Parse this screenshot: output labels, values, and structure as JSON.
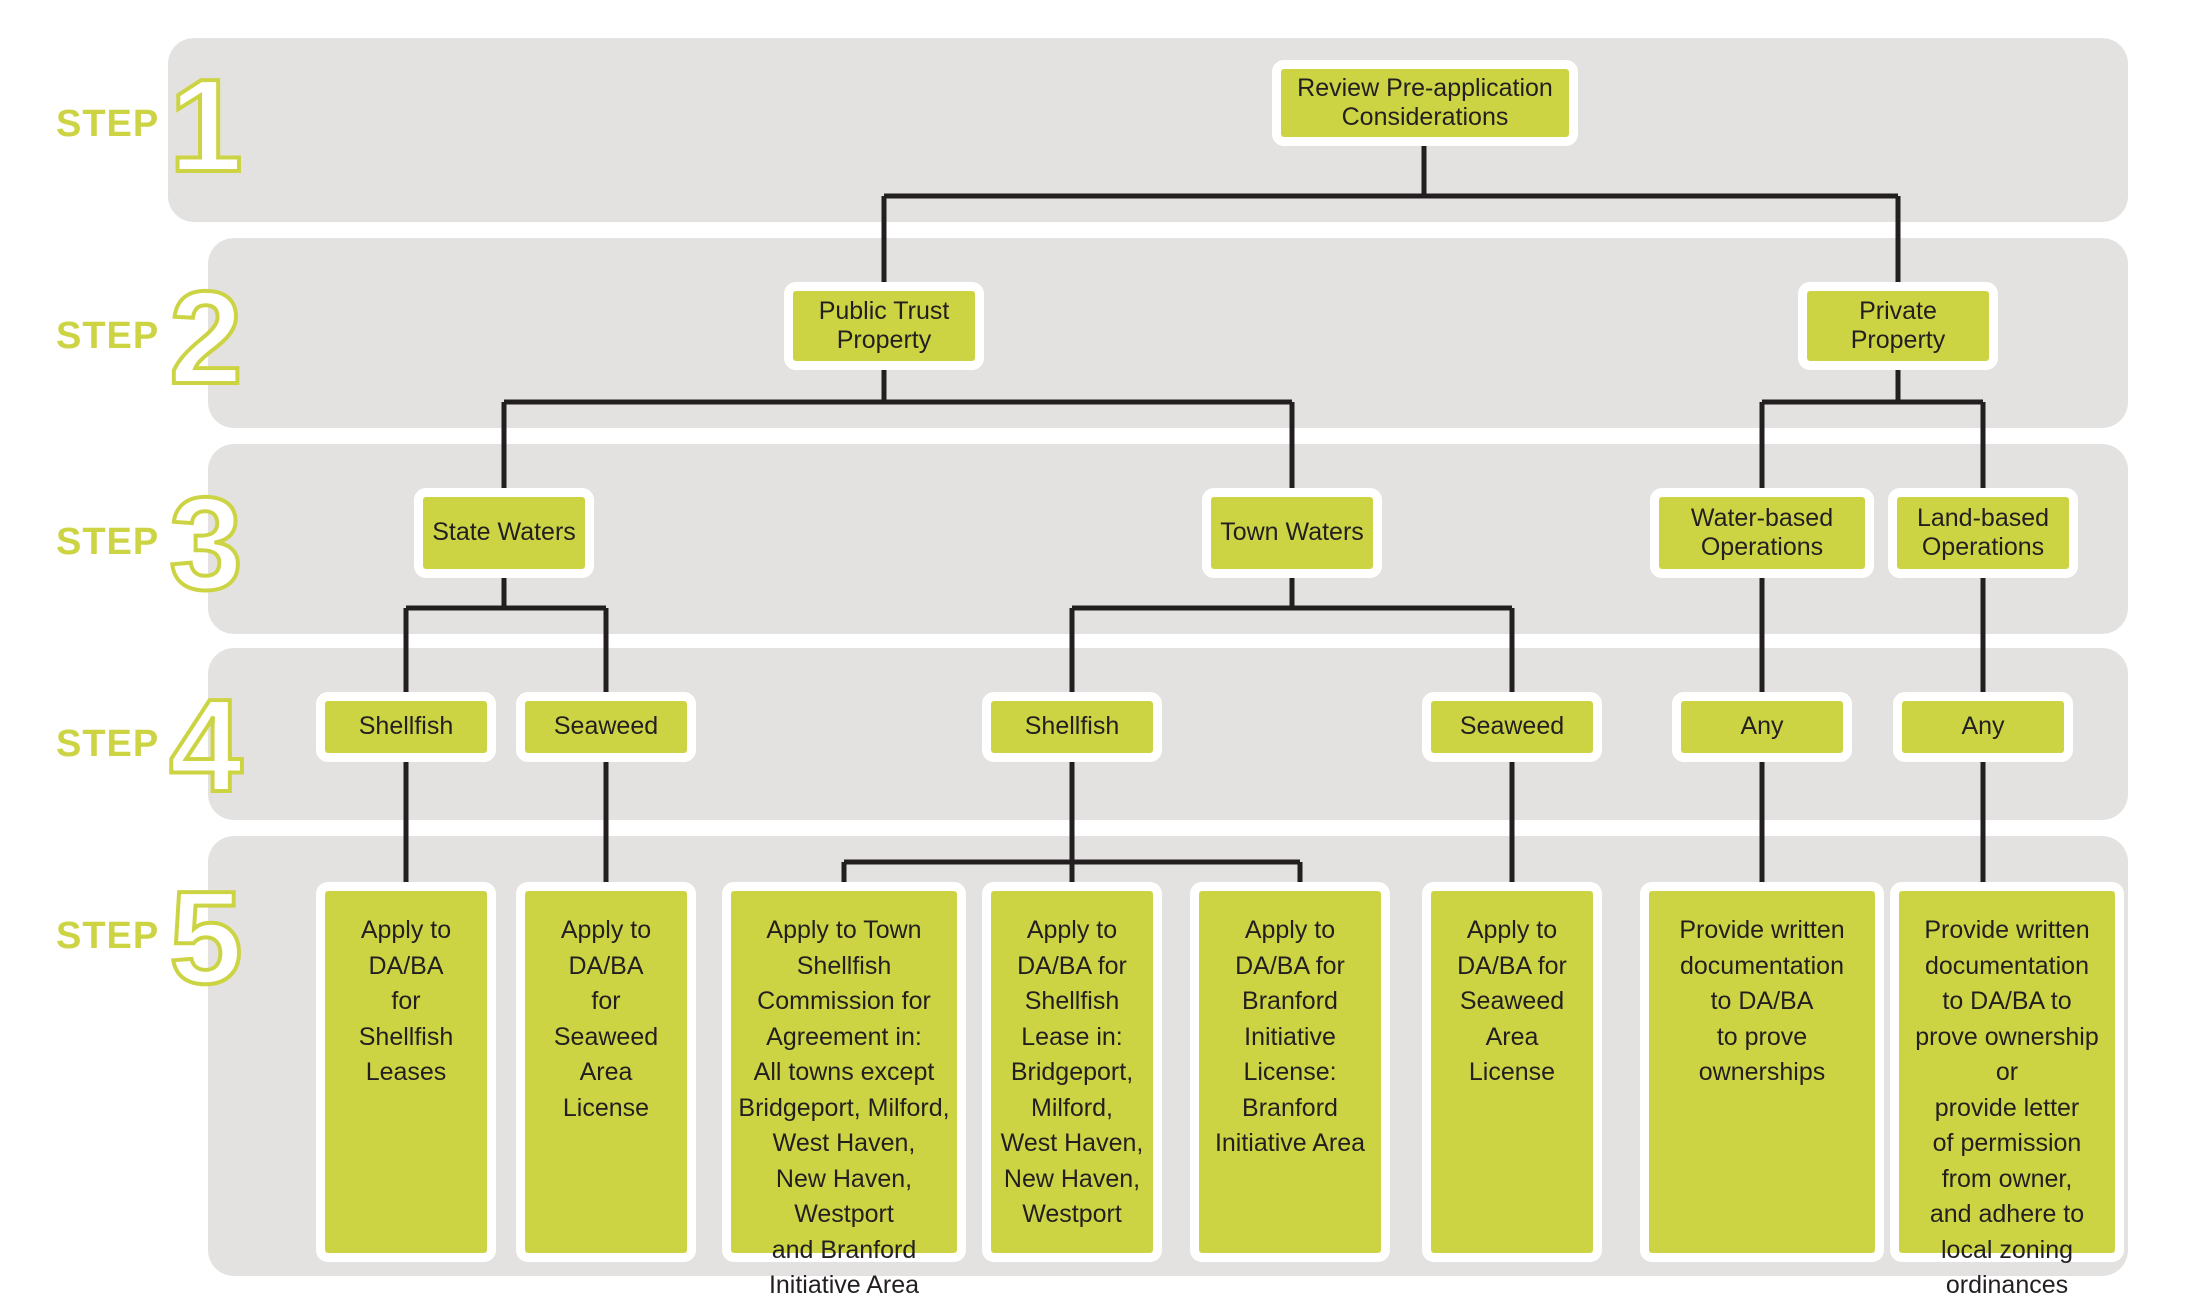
{
  "palette": {
    "node_fill": "#cdd444",
    "band_bg": "#e3e2e0",
    "page_bg": "#ffffff",
    "text": "#231f20",
    "connector": "#231f20",
    "step_accent": "#cdd444"
  },
  "steps": [
    {
      "word": "STEP",
      "number": "1"
    },
    {
      "word": "STEP",
      "number": "2"
    },
    {
      "word": "STEP",
      "number": "3"
    },
    {
      "word": "STEP",
      "number": "4"
    },
    {
      "word": "STEP",
      "number": "5"
    }
  ],
  "nodes": {
    "root": "Review Pre-application\nConsiderations",
    "public_trust": "Public Trust\nProperty",
    "private": "Private\nProperty",
    "state_waters": "State Waters",
    "town_waters": "Town Waters",
    "water_based": "Water-based\nOperations",
    "land_based": "Land-based\nOperations",
    "state_shellfish": "Shellfish",
    "state_seaweed": "Seaweed",
    "town_shellfish": "Shellfish",
    "town_seaweed": "Seaweed",
    "water_any": "Any",
    "land_any": "Any",
    "leaf_state_shellfish": "Apply to\nDA/BA\nfor\nShellfish\nLeases",
    "leaf_state_seaweed": "Apply to\nDA/BA\nfor\nSeaweed\nArea\nLicense",
    "leaf_town_commission": "Apply to Town\nShellfish\nCommission for\nAgreement in:\nAll towns except\nBridgeport, Milford,\nWest Haven,\nNew Haven,\nWestport\nand Branford\nInitiative Area",
    "leaf_town_lease": "Apply to\nDA/BA for\nShellfish\nLease in:\nBridgeport,\nMilford,\nWest Haven,\nNew Haven,\nWestport",
    "leaf_branford": "Apply to\nDA/BA for\nBranford\nInitiative\nLicense:\nBranford\nInitiative Area",
    "leaf_town_seaweed": "Apply to\nDA/BA for\nSeaweed\nArea\nLicense",
    "leaf_water_doc": "Provide written\ndocumentation\nto DA/BA\nto prove\nownerships",
    "leaf_land_doc": "Provide written\ndocumentation\nto DA/BA to\nprove ownership or\nprovide  letter\nof permission\nfrom owner,\nand adhere to\nlocal zoning\nordinances"
  },
  "chart_data": {
    "type": "diagram",
    "title": "Aquaculture Permitting Flowchart",
    "levels": [
      {
        "step": 1,
        "nodes": [
          "Review Pre-application Considerations"
        ]
      },
      {
        "step": 2,
        "nodes": [
          "Public Trust Property",
          "Private Property"
        ]
      },
      {
        "step": 3,
        "nodes": [
          "State Waters",
          "Town Waters",
          "Water-based Operations",
          "Land-based Operations"
        ]
      },
      {
        "step": 4,
        "nodes": [
          "Shellfish",
          "Seaweed",
          "Shellfish",
          "Seaweed",
          "Any",
          "Any"
        ]
      },
      {
        "step": 5,
        "nodes": [
          "Apply to DA/BA for Shellfish Leases",
          "Apply to DA/BA for Seaweed Area License",
          "Apply to Town Shellfish Commission for Agreement in: All towns except Bridgeport, Milford, West Haven, New Haven, Westport and Branford Initiative Area",
          "Apply to DA/BA for Shellfish Lease in: Bridgeport, Milford, West Haven, New Haven, Westport",
          "Apply to DA/BA for Branford Initiative License: Branford Initiative Area",
          "Apply to DA/BA for Seaweed Area License",
          "Provide written documentation to DA/BA to prove ownerships",
          "Provide written documentation to DA/BA to prove ownership or provide letter of permission from owner, and adhere to local zoning ordinances"
        ]
      }
    ],
    "edges": [
      [
        "Review Pre-application Considerations",
        "Public Trust Property"
      ],
      [
        "Review Pre-application Considerations",
        "Private Property"
      ],
      [
        "Public Trust Property",
        "State Waters"
      ],
      [
        "Public Trust Property",
        "Town Waters"
      ],
      [
        "Private Property",
        "Water-based Operations"
      ],
      [
        "Private Property",
        "Land-based Operations"
      ],
      [
        "State Waters",
        "Shellfish (State)"
      ],
      [
        "State Waters",
        "Seaweed (State)"
      ],
      [
        "Town Waters",
        "Shellfish (Town)"
      ],
      [
        "Town Waters",
        "Seaweed (Town)"
      ],
      [
        "Water-based Operations",
        "Any (Water)"
      ],
      [
        "Land-based Operations",
        "Any (Land)"
      ],
      [
        "Shellfish (State)",
        "Apply to DA/BA for Shellfish Leases"
      ],
      [
        "Seaweed (State)",
        "Apply to DA/BA for Seaweed Area License"
      ],
      [
        "Shellfish (Town)",
        "Apply to Town Shellfish Commission for Agreement"
      ],
      [
        "Shellfish (Town)",
        "Apply to DA/BA for Shellfish Lease"
      ],
      [
        "Shellfish (Town)",
        "Apply to DA/BA for Branford Initiative License"
      ],
      [
        "Seaweed (Town)",
        "Apply to DA/BA for Seaweed Area License"
      ],
      [
        "Any (Water)",
        "Provide written documentation to prove ownerships"
      ],
      [
        "Any (Land)",
        "Provide written documentation / letter of permission"
      ]
    ]
  }
}
